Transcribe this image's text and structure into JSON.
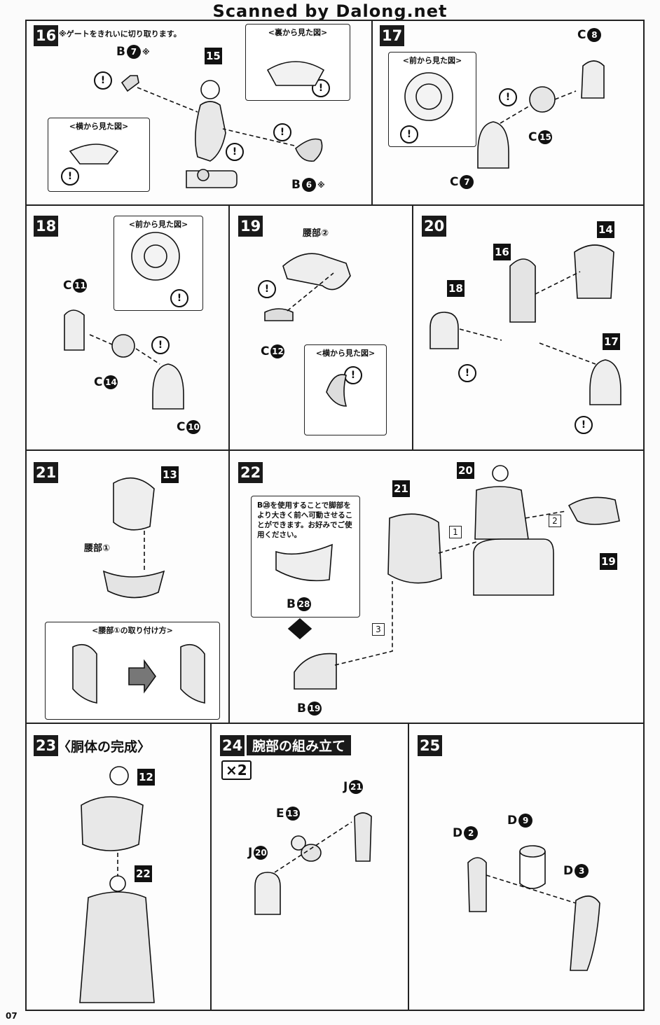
{
  "watermark": "Scanned by Dalong.net",
  "page_number": "07",
  "steps": {
    "s16": {
      "num": "16",
      "note": "※ゲートをきれいに切り取ります。",
      "inset_side": "<横から見た図>",
      "inset_back": "<裏から見た図>",
      "label_b7": "B",
      "b7": "7",
      "b7_mark": "※",
      "tag": "15",
      "label_b6": "B",
      "b6": "6",
      "b6_mark": "※"
    },
    "s17": {
      "num": "17",
      "inset_front": "<前から見た図>",
      "label_c8": "C",
      "c8": "8",
      "label_c15": "C",
      "c15": "15",
      "label_c7": "C",
      "c7": "7"
    },
    "s18": {
      "num": "18",
      "inset_front": "<前から見た図>",
      "label_c11": "C",
      "c11": "11",
      "label_c14": "C",
      "c14": "14",
      "label_c10": "C",
      "c10": "10"
    },
    "s19": {
      "num": "19",
      "part_label": "腰部②",
      "label_c12": "C",
      "c12": "12",
      "inset_side": "<横から見た図>"
    },
    "s20": {
      "num": "20",
      "tag14": "14",
      "tag16": "16",
      "tag18": "18",
      "tag17": "17"
    },
    "s21": {
      "num": "21",
      "tag13": "13",
      "part_label": "腰部①",
      "inset_title": "<腰部①の取り付け方>"
    },
    "s22": {
      "num": "22",
      "desc": "B㉘を使用することで脚部をより大きく前へ可動させることができます。お好みでご使用ください。",
      "label_b28": "B",
      "b28": "28",
      "label_b19": "B",
      "b19": "19",
      "tag21": "21",
      "tag20": "20",
      "tag19": "19",
      "seq1": "1",
      "seq2": "2",
      "seq3": "3"
    },
    "s23": {
      "num": "23",
      "title": "〈胴体の完成〉",
      "tag12": "12",
      "tag22": "22"
    },
    "s24": {
      "num": "24",
      "title": "腕部の組み立て",
      "times": "×2",
      "label_j21": "J",
      "j21": "21",
      "label_e13": "E",
      "e13": "13",
      "label_j20": "J",
      "j20": "20"
    },
    "s25": {
      "num": "25",
      "label_d9": "D",
      "d9": "9",
      "label_d2": "D",
      "d2": "2",
      "label_d3": "D",
      "d3": "3"
    }
  },
  "warning_glyph": "!",
  "colors": {
    "ink": "#111111",
    "paper": "#fbfbfb",
    "fill_dark": "#1a1a1a"
  }
}
